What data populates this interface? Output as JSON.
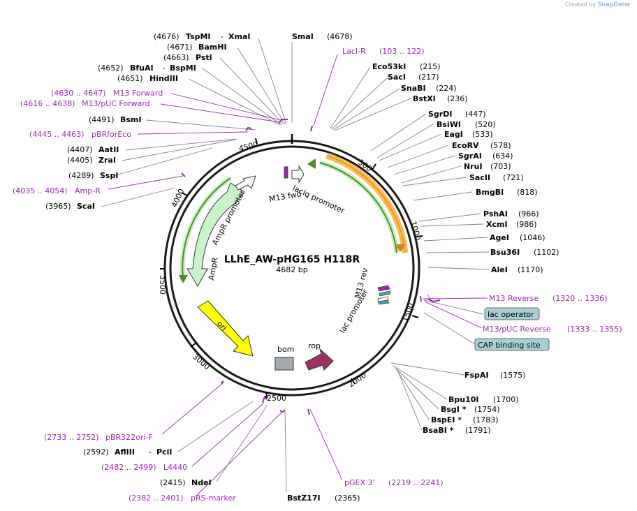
{
  "credit": {
    "created_by": "Created by",
    "brand": "SnapGene"
  },
  "plasmid": {
    "name": "LLhE_AW-pHG165 H118R",
    "size_label": "4682 bp",
    "length": 4682
  },
  "ticks": [
    "500",
    "1000",
    "1500",
    "2000",
    "2500",
    "3000",
    "3500",
    "4000",
    "4500"
  ],
  "enzymes_top_left": [
    {
      "pos": "(4676)",
      "name": "TspMI",
      "alt": "XmaI"
    },
    {
      "pos": "(4671)",
      "name": "BamHI"
    },
    {
      "pos": "(4663)",
      "name": "PstI"
    },
    {
      "pos": "(4652)",
      "name": "BfuAI",
      "alt": "BspMI"
    },
    {
      "pos": "(4651)",
      "name": "HindIII"
    }
  ],
  "sma": {
    "name": "SmaI",
    "pos": "(4678)"
  },
  "primers_left": [
    {
      "range": "(4630 .. 4647)",
      "name": "M13 Forward"
    },
    {
      "range": "(4616 .. 4638)",
      "name": "M13/pUC Forward"
    }
  ],
  "bsmi": {
    "pos": "(4491)",
    "name": "BsmI"
  },
  "pbrforeco": {
    "range": "(4445 .. 4463)",
    "name": "pBRforEco"
  },
  "aatii": {
    "pos": "(4407)",
    "name": "AatII"
  },
  "zrai": {
    "pos": "(4405)",
    "name": "ZraI"
  },
  "sspi": {
    "pos": "(4289)",
    "name": "SspI"
  },
  "ampr_primer": {
    "range": "(4035 .. 4054)",
    "name": "Amp-R"
  },
  "scai": {
    "pos": "(3965)",
    "name": "ScaI"
  },
  "laci_r": {
    "name": "LacI-R",
    "range": "(103 .. 122)"
  },
  "enzymes_right": [
    {
      "name": "Eco53kI",
      "pos": "(215)"
    },
    {
      "name": "SacI",
      "pos": "(217)"
    },
    {
      "name": "SnaBI",
      "pos": "(224)"
    },
    {
      "name": "BstXI",
      "pos": "(236)"
    },
    {
      "name": "SgrDI",
      "pos": "(447)"
    },
    {
      "name": "BsiWI",
      "pos": "(520)"
    },
    {
      "name": "EagI",
      "pos": "(533)"
    },
    {
      "name": "EcoRV",
      "pos": "(578)"
    },
    {
      "name": "SgrAI",
      "pos": "(634)"
    },
    {
      "name": "NruI",
      "pos": "(703)"
    },
    {
      "name": "SacII",
      "pos": "(721)"
    },
    {
      "name": "BmgBI",
      "pos": "(818)"
    },
    {
      "name": "PshAI",
      "pos": "(966)"
    },
    {
      "name": "XcmI",
      "pos": "(986)"
    },
    {
      "name": "AgeI",
      "pos": "(1046)"
    },
    {
      "name": "Bsu36I",
      "pos": "(1102)"
    },
    {
      "name": "AleI",
      "pos": "(1170)"
    }
  ],
  "m13_reverse": {
    "name": "M13 Reverse",
    "range": "(1320 .. 1336)"
  },
  "lac_operator": "lac operator",
  "m13_puc_reverse": {
    "name": "M13/pUC Reverse",
    "range": "(1333 .. 1355)"
  },
  "cap_site": "CAP binding site",
  "enzymes_bottom_right": [
    {
      "name": "FspAI",
      "pos": "(1575)"
    },
    {
      "name": "Bpu10I",
      "pos": "(1700)"
    },
    {
      "name": "BsgI *",
      "pos": "(1754)"
    },
    {
      "name": "BspEI *",
      "pos": "(1783)"
    },
    {
      "name": "BsaBI *",
      "pos": "(1791)"
    }
  ],
  "pgex3": {
    "name": "pGEX 3'",
    "range": "(2219 .. 2241)"
  },
  "bstz17i": {
    "name": "BstZ17I",
    "pos": "(2365)"
  },
  "prs_marker": {
    "range": "(2382 .. 2401)",
    "name": "pRS-marker"
  },
  "ndei": {
    "pos": "(2415)",
    "name": "NdeI"
  },
  "l4440": {
    "range": "(2482 .. 2499)",
    "name": "L4440"
  },
  "afliii": {
    "pos": "(2592)",
    "name": "AflIII",
    "alt": "PciI"
  },
  "pbr322ori": {
    "range": "(2733 .. 2752)",
    "name": "pBR322ori-F"
  },
  "features": {
    "laciq_promoter": "lacIq promoter",
    "m13_fwd": "M13 fwd",
    "ampr_promoter": "AmpR promoter",
    "ampr": "AmpR",
    "m13_rev": "M13 rev",
    "lac_promoter": "lac promoter",
    "ori": "ori",
    "bom": "bom",
    "rop": "rop"
  },
  "colors": {
    "enzyme": "#000000",
    "primer": "#9c27b0",
    "feature_lac": "#ffb84d",
    "feature_green": "#4e8c1b",
    "ampr_fill": "#c8f5c8",
    "ori_fill": "#ffff00",
    "rop_fill": "#993366",
    "bom_fill": "#a5a9b0",
    "box_fill": "#a8cfd6"
  }
}
